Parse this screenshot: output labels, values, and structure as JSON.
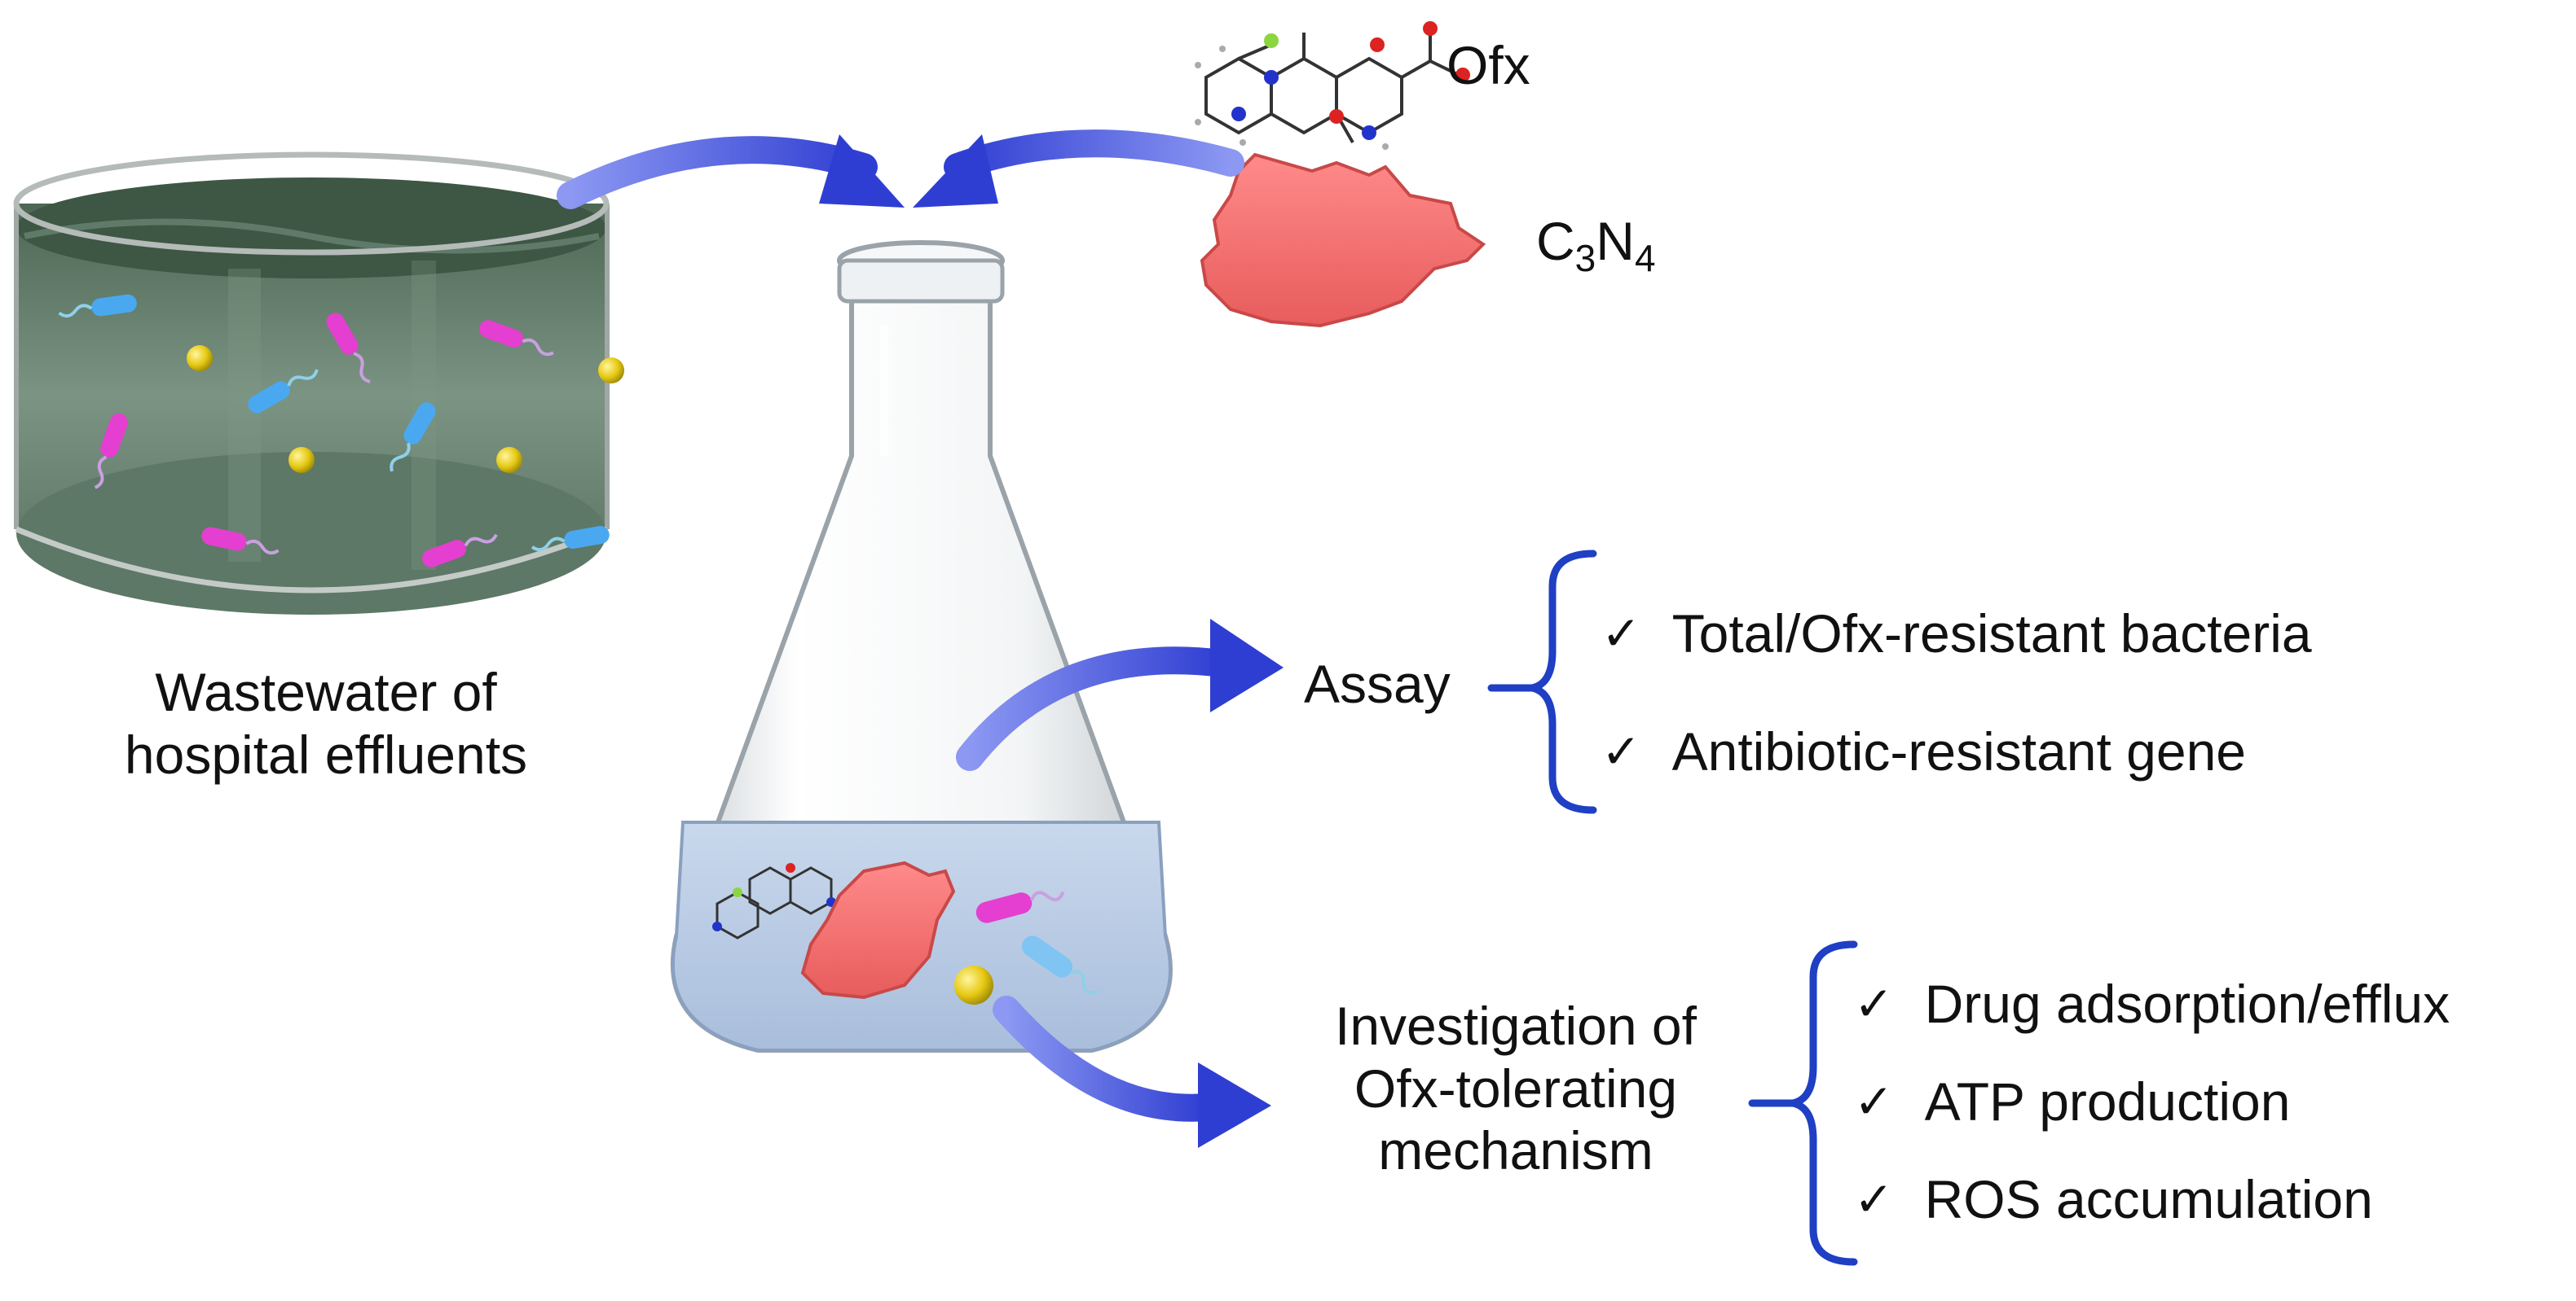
{
  "drug": {
    "name": "Ofx"
  },
  "material": {
    "base": "C",
    "sub1": "3",
    "mid": "N",
    "sub2": "4"
  },
  "source": {
    "line1": "Wastewater of",
    "line2": "hospital effluents"
  },
  "assay": {
    "label": "Assay",
    "items": [
      "Total/Ofx-resistant bacteria",
      "Antibiotic-resistant gene"
    ]
  },
  "investigation": {
    "line1": "Investigation of",
    "line2": "Ofx-tolerating",
    "line3": "mechanism",
    "items": [
      "Drug adsorption/efflux",
      "ATP production",
      "ROS accumulation"
    ]
  },
  "icons": {
    "check": "✓"
  },
  "colors": {
    "arrow": "#3b47d8",
    "bracket": "#1f3fc4",
    "c3n4": "#f26f6f",
    "water": "#4f6a58",
    "flask_liquid": "#b9cbe4",
    "bacteria_magenta": "#e43fd0",
    "bacteria_blue": "#4aa8f0",
    "particle": "#e9cf19"
  }
}
